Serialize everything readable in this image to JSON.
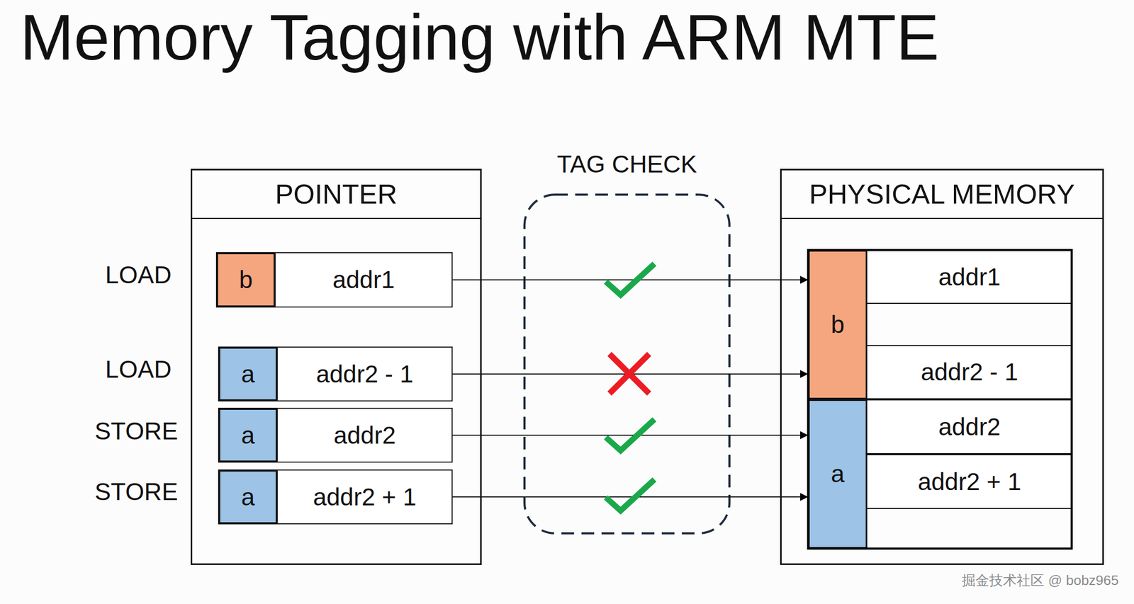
{
  "diagram": {
    "title": "Memory Tagging with ARM MTE",
    "nodes": [
      {
        "text": [
          "POINTER"
        ]
      },
      {
        "text": [
          "b"
        ],
        "in": 0
      },
      {
        "text": [
          "addr1"
        ],
        "in": 0
      },
      {
        "text": [
          "a"
        ],
        "in": 0
      },
      {
        "text": [
          "addr2 - 1"
        ],
        "in": 0
      },
      {
        "text": [
          "a"
        ],
        "in": 0
      },
      {
        "text": [
          "addr2"
        ],
        "in": 0
      },
      {
        "text": [
          "a"
        ],
        "in": 0
      },
      {
        "text": [
          "addr2 + 1"
        ],
        "in": 0
      },
      {
        "text": [
          "TAG CHECK"
        ]
      },
      {
        "text": [
          "PHYSICAL MEMORY"
        ]
      },
      {
        "text": [
          "b"
        ],
        "in": 10
      },
      {
        "text": [
          "addr1"
        ],
        "in": 10
      },
      {
        "text": [
          "addr2 - 1"
        ],
        "in": 10
      },
      {
        "text": [
          "a"
        ],
        "in": 10
      },
      {
        "text": [
          "addr2"
        ],
        "in": 10
      },
      {
        "text": [
          "addr2 + 1"
        ],
        "in": 10
      }
    ],
    "edges": [
      {
        "from": 2,
        "to": 12,
        "arrow": "to"
      },
      {
        "from": 4,
        "to": 13,
        "arrow": "to"
      },
      {
        "from": 6,
        "to": 15,
        "arrow": "to"
      },
      {
        "from": 8,
        "to": 16,
        "arrow": "to"
      }
    ],
    "labels": [
      "LOAD",
      "LOAD",
      "STORE",
      "STORE",
      "掘金技术社区 @ bobz965"
    ]
  }
}
